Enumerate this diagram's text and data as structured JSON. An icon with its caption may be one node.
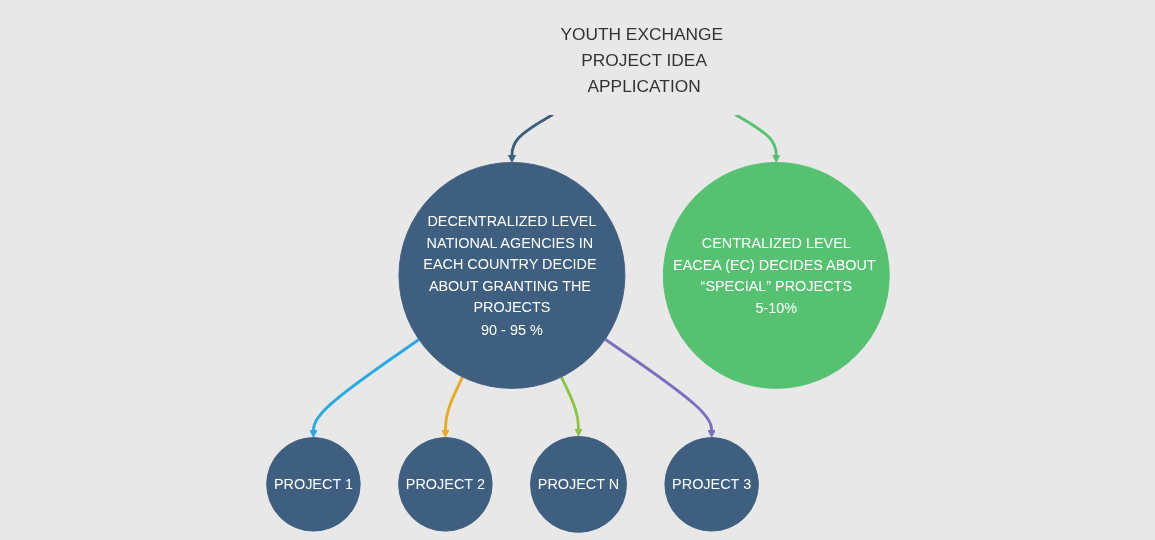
{
  "diagram": {
    "nodes": [
      {
        "text": [
          "YOUTH EXCHANGE PROJECT IDEA",
          "APPLICATION"
        ]
      },
      {
        "text": [
          "DECENTRALIZED LEVEL",
          "NATIONAL AGENCIES IN EACH COUNTRY DECIDE ABOUT GRANTING THE PROJECTS",
          "90 - 95 %"
        ]
      },
      {
        "text": [
          "CENTRALIZED LEVEL",
          "EACEA (EC) DECIDES ABOUT “SPECIAL” PROJECTS",
          "5-10%"
        ]
      },
      {
        "text": [
          "PROJECT 3"
        ]
      },
      {
        "text": [
          "PROJECT N"
        ]
      },
      {
        "text": [
          "PROJECT 2"
        ]
      },
      {
        "text": [
          "PROJECT 1"
        ]
      }
    ],
    "edges": [
      {
        "from": 0,
        "to": 1,
        "arrow": "to",
        "color": "#3f5f80"
      },
      {
        "from": 0,
        "to": 2,
        "arrow": "to",
        "color": "#56c271"
      },
      {
        "from": 1,
        "to": 6,
        "arrow": "to",
        "color": "#29abe2"
      },
      {
        "from": 1,
        "to": 5,
        "arrow": "to",
        "color": "#e8aa22"
      },
      {
        "from": 1,
        "to": 4,
        "arrow": "to",
        "color": "#8cc63f"
      },
      {
        "from": 1,
        "to": 3,
        "arrow": "to",
        "color": "#7b6fbf"
      }
    ]
  }
}
